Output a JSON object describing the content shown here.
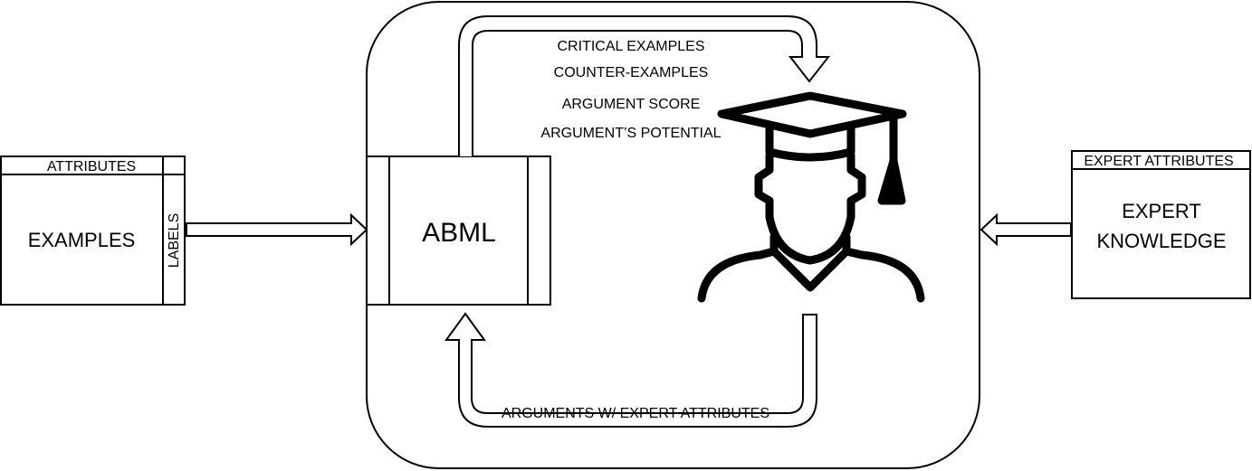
{
  "examples_box": {
    "attributes_label": "ATTRIBUTES",
    "title": "EXAMPLES",
    "labels_label": "LABELS"
  },
  "abml_box": {
    "title": "ABML"
  },
  "feedback_top": {
    "lines": [
      "CRITICAL EXAMPLES",
      "COUNTER-EXAMPLES",
      "ARGUMENT SCORE",
      "ARGUMENT’S POTENTIAL"
    ]
  },
  "feedback_bottom": {
    "label": "ARGUMENTS W/ EXPERT ATTRIBUTES"
  },
  "expert_box": {
    "attributes_label": "EXPERT ATTRIBUTES",
    "title_line1": "EXPERT",
    "title_line2": "KNOWLEDGE"
  },
  "icons": {
    "expert": "graduate-expert-icon"
  }
}
